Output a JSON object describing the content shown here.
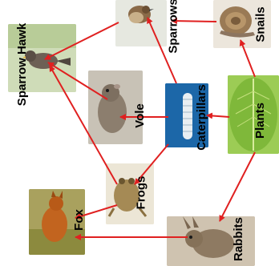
{
  "organisms": {
    "snail": "Snails",
    "sparrow": "Sparrows",
    "sparrow_hawk": "Sparrow Hawk",
    "vole": "Vole",
    "caterpillars": "Caterpillars",
    "plants": "Plants",
    "frogs": "Frogs",
    "fox": "Fox",
    "rabbits": "Rabbits"
  },
  "colors": {
    "arrow": "#e02020"
  }
}
